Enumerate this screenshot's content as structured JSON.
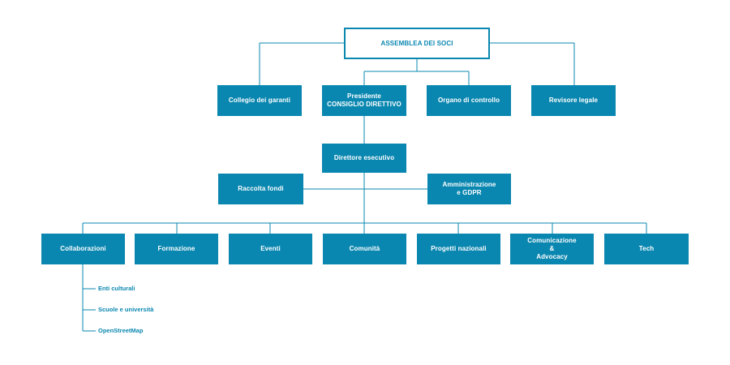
{
  "top": {
    "label": "ASSEMBLEA DEI SOCI"
  },
  "level1": [
    {
      "id": "garanti",
      "label": "Collegio dei garanti"
    },
    {
      "id": "presidente",
      "label": "Presidente\nCONSIGLIO DIRETTIVO"
    },
    {
      "id": "controllo",
      "label": "Organo di controllo"
    },
    {
      "id": "revisore",
      "label": "Revisore legale"
    }
  ],
  "director": {
    "label": "Direttore esecutivo"
  },
  "staff": [
    {
      "id": "raccolta",
      "label": "Raccolta fondi"
    },
    {
      "id": "amministrazione",
      "label": "Amministrazione\ne GDPR"
    }
  ],
  "areas": [
    {
      "id": "collaborazioni",
      "label": "Collaborazioni"
    },
    {
      "id": "formazione",
      "label": "Formazione"
    },
    {
      "id": "eventi",
      "label": "Eventi"
    },
    {
      "id": "comunita",
      "label": "Comunità"
    },
    {
      "id": "progetti",
      "label": "Progetti nazionali"
    },
    {
      "id": "comunicazione",
      "label": "Comunicazione\n&\nAdvocacy"
    },
    {
      "id": "tech",
      "label": "Tech"
    }
  ],
  "collaborazioni_sub": [
    "Enti culturali",
    "Scuole e università",
    "OpenStreetMap"
  ],
  "colors": {
    "accent": "#0a87b0",
    "line": "#0a87b0"
  }
}
